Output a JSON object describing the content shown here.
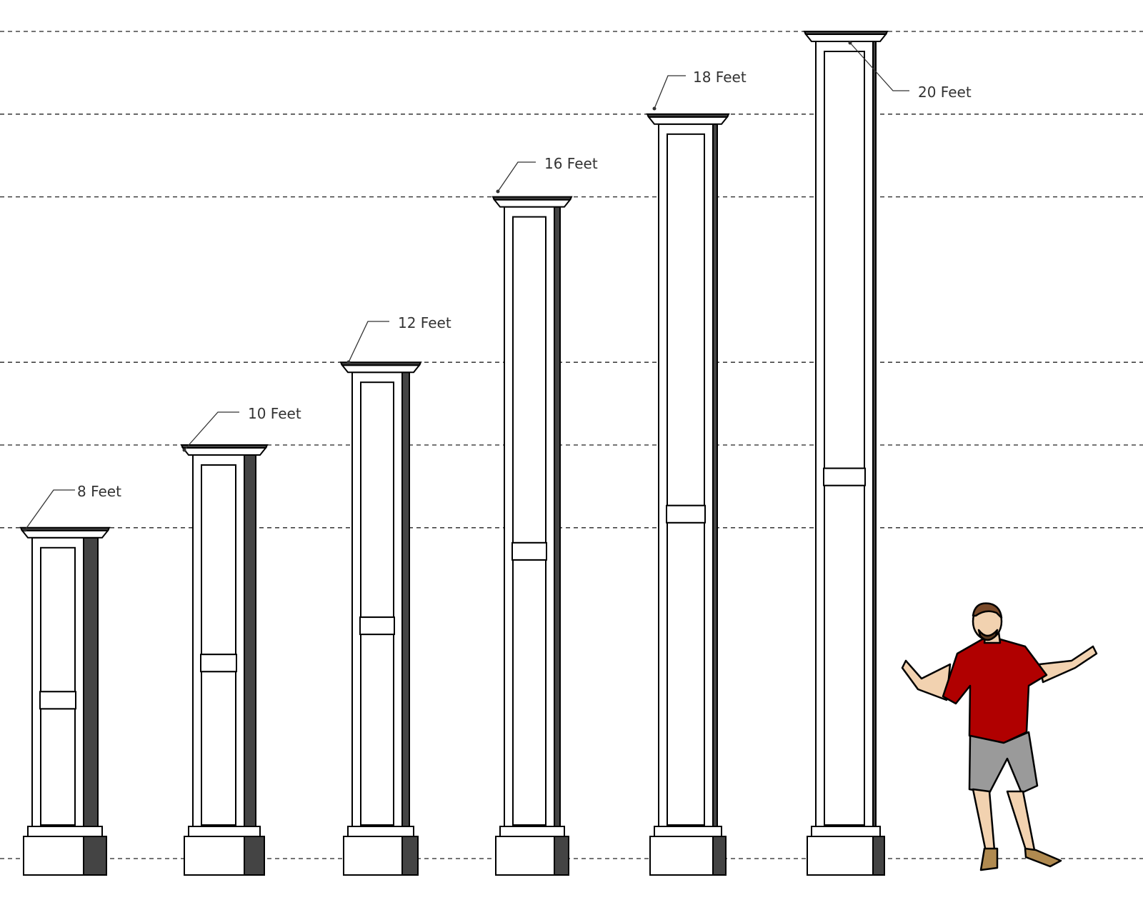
{
  "diagram": {
    "unit_label": "Feet",
    "gridlines_feet": [
      0,
      8,
      10,
      12,
      16,
      18,
      20
    ],
    "columns": [
      {
        "height_feet": 8,
        "label": "8 Feet"
      },
      {
        "height_feet": 10,
        "label": "10 Feet"
      },
      {
        "height_feet": 12,
        "label": "12 Feet"
      },
      {
        "height_feet": 16,
        "label": "16 Feet"
      },
      {
        "height_feet": 18,
        "label": "18 Feet"
      },
      {
        "height_feet": 20,
        "label": "20 Feet"
      }
    ],
    "scale_figure": "person",
    "colors": {
      "line": "#000000",
      "shirt": "#b00000",
      "shorts": "#9a9a9a",
      "skin": "#f2d2b0",
      "side_face": "#444444"
    }
  }
}
